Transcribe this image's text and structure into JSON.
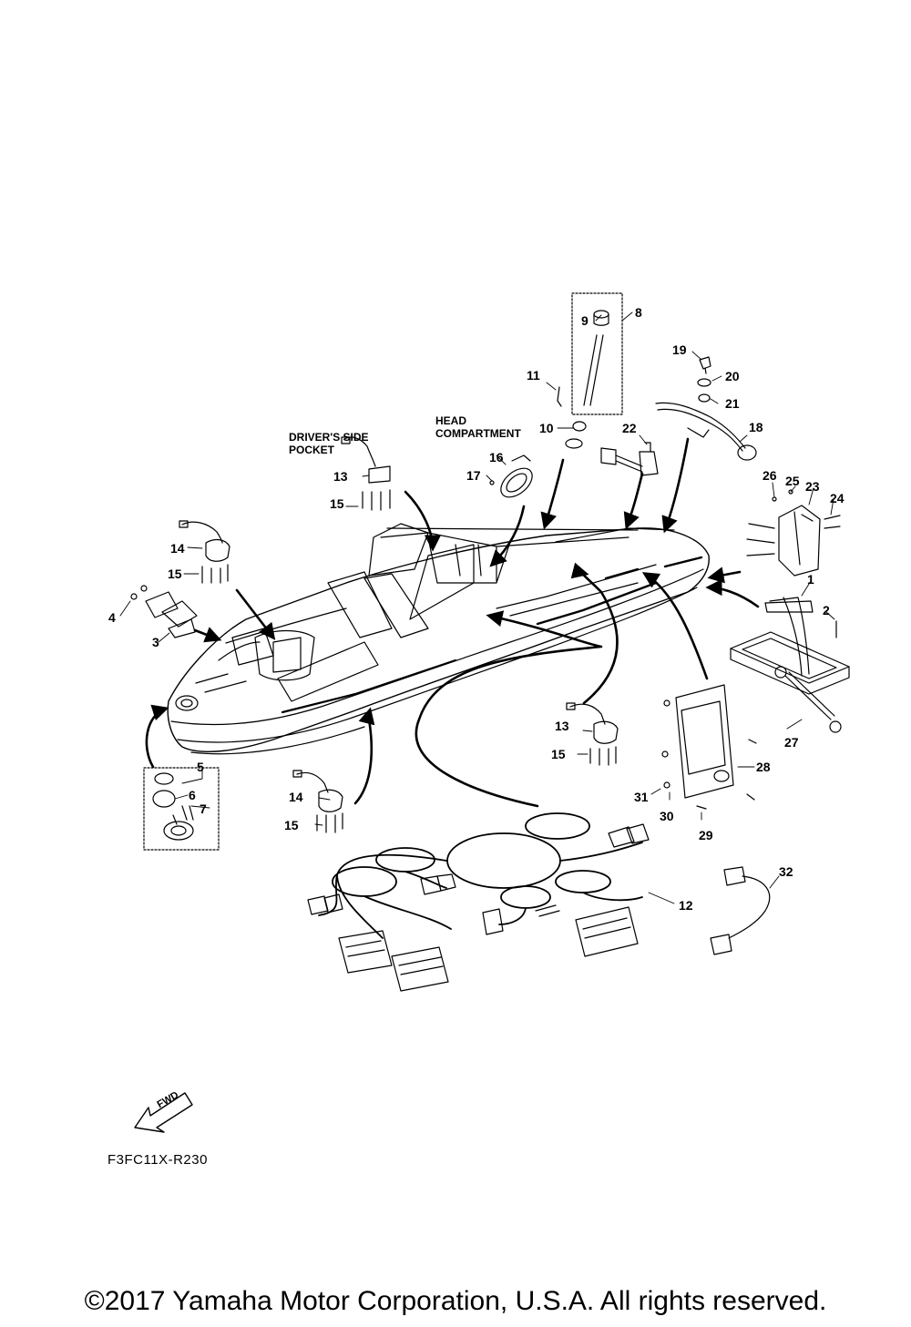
{
  "callouts": {
    "c1": "1",
    "c2": "2",
    "c3": "3",
    "c4": "4",
    "c5": "5",
    "c6": "6",
    "c7": "7",
    "c8": "8",
    "c9": "9",
    "c10": "10",
    "c11": "11",
    "c12": "12",
    "c13a": "13",
    "c13b": "13",
    "c14a": "14",
    "c14b": "14",
    "c15a": "15",
    "c15b": "15",
    "c15c": "15",
    "c15d": "15",
    "c16": "16",
    "c17": "17",
    "c18": "18",
    "c19": "19",
    "c20": "20",
    "c21": "21",
    "c22": "22",
    "c23": "23",
    "c24": "24",
    "c25": "25",
    "c26": "26",
    "c27": "27",
    "c28": "28",
    "c29": "29",
    "c30": "30",
    "c31": "31",
    "c32": "32"
  },
  "notes": {
    "drivers_pocket": "DRIVER'S SIDE\nPOCKET",
    "head_compartment": "HEAD\nCOMPARTMENT"
  },
  "fwd_label": "FWD",
  "drawing_code": "F3FC11X-R230",
  "copyright": "©2017 Yamaha Motor Corporation, U.S.A. All rights reserved."
}
